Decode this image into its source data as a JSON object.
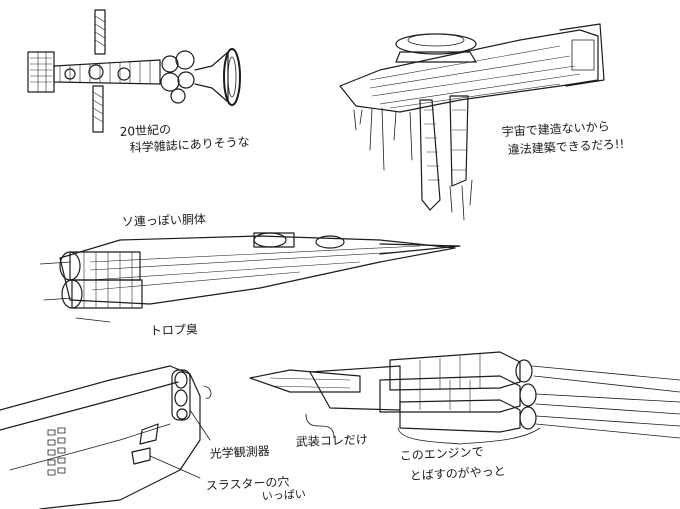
{
  "notes": {
    "ship1_line1": "20世紀の",
    "ship1_line2": "科学雑誌にありそうな",
    "ship2_line1": "宇宙で建造ないから",
    "ship2_line2": "違法建築できるだろ!!",
    "ship3_title": "ソ連っぽい胴体",
    "ship3_label": "トロプ臭",
    "detail_label1": "光学観測器",
    "detail_label2": "スラスターの穴",
    "detail_label3": "いっぱい",
    "ship4_label1": "武装コレだけ",
    "ship4_label2": "このエンジンで",
    "ship4_label3": "とばすのがやっと"
  },
  "ink_color": "#1c1c1c",
  "paper_color": "#ffffff"
}
